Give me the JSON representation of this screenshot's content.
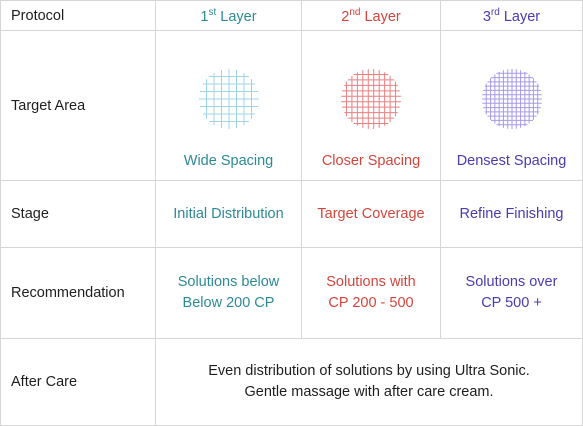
{
  "header": {
    "protocol_label": "Protocol",
    "layer1": {
      "num": "1",
      "sup": "st",
      "word": " Layer"
    },
    "layer2": {
      "num": "2",
      "sup": "nd",
      "word": " Layer"
    },
    "layer3": {
      "num": "3",
      "sup": "rd",
      "word": " Layer"
    }
  },
  "rows": {
    "target_area": {
      "label": "Target Area",
      "cells": [
        "Wide Spacing",
        "Closer Spacing",
        "Densest Spacing"
      ]
    },
    "stage": {
      "label": "Stage",
      "cells": [
        "Initial Distribution",
        "Target Coverage",
        "Refine Finishing"
      ]
    },
    "recommendation": {
      "label": "Recommendation",
      "cells": [
        {
          "line1": "Solutions below",
          "line2": "Below 200 CP"
        },
        {
          "line1": "Solutions with",
          "line2": "CP 200 - 500"
        },
        {
          "line1": "Solutions over",
          "line2": "CP 500 +"
        }
      ]
    },
    "after_care": {
      "label": "After Care",
      "line1": "Even distribution of solutions by using Ultra Sonic.",
      "line2": "Gentle massage with after care cream."
    }
  },
  "colors": {
    "layer1": "#2d8a94",
    "layer2": "#d2453c",
    "layer3": "#4a3cb0",
    "grid1": "#9fd4e8",
    "grid2": "#ec7f7f",
    "grid3": "#a79ae6"
  },
  "icons": [
    "wide-grid-icon",
    "closer-grid-icon",
    "densest-grid-icon"
  ]
}
